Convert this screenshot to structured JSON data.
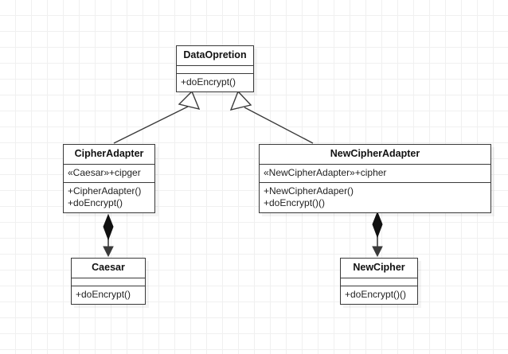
{
  "diagram": {
    "title": "Adapter pattern UML class diagram",
    "type": "uml-class-diagram",
    "background": "#ffffff",
    "grid_color": "#f0f0f0",
    "line_color": "#3a3a3a"
  },
  "classes": {
    "data_opretion": {
      "name": "DataOpretion",
      "attributes": [],
      "operations": [
        "+doEncrypt()"
      ]
    },
    "cipher_adapter": {
      "name": "CipherAdapter",
      "attributes": [
        "«Caesar»+cipger"
      ],
      "operations": [
        "+CipherAdapter()",
        "+doEncrypt()"
      ]
    },
    "new_cipher_adapter": {
      "name": "NewCipherAdapter",
      "attributes": [
        "«NewCipherAdapter»+cipher"
      ],
      "operations": [
        "+NewCipherAdaper()",
        "+doEncrypt()()"
      ]
    },
    "caesar": {
      "name": "Caesar",
      "attributes": [],
      "operations": [
        "+doEncrypt()"
      ]
    },
    "new_cipher": {
      "name": "NewCipher",
      "attributes": [],
      "operations": [
        "+doEncrypt()()"
      ]
    }
  },
  "relationships": [
    {
      "kind": "generalization",
      "from": "CipherAdapter",
      "to": "DataOpretion",
      "marker": "hollow-triangle"
    },
    {
      "kind": "generalization",
      "from": "NewCipherAdapter",
      "to": "DataOpretion",
      "marker": "hollow-triangle"
    },
    {
      "kind": "composition",
      "from": "CipherAdapter",
      "to": "Caesar",
      "marker": "filled-diamond-arrow"
    },
    {
      "kind": "composition",
      "from": "NewCipherAdapter",
      "to": "NewCipher",
      "marker": "filled-diamond-arrow"
    }
  ]
}
